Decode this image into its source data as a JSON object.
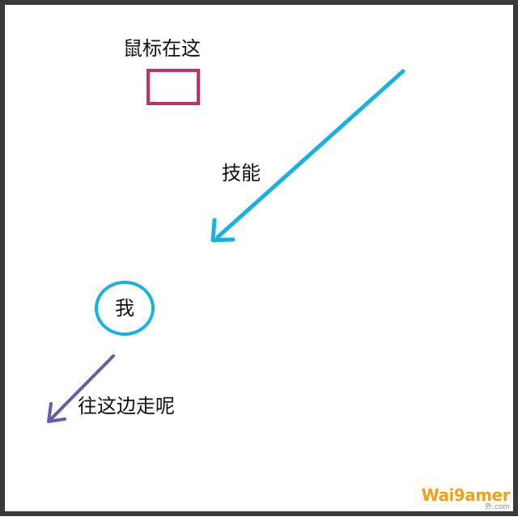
{
  "labels": {
    "mouse_here": "鼠标在这",
    "skill": "技能",
    "player": "我",
    "walk_this_way": "往这边走呢"
  },
  "colors": {
    "frame": "#3a3a3a",
    "target_box": "#c2306a",
    "skill_arrow": "#1ab0e0",
    "player_circle": "#1ab0e0",
    "walk_arrow": "#6a5aaa",
    "text": "#111111"
  },
  "watermark": {
    "brand": "Wai9amer",
    "sub": "外.com"
  }
}
